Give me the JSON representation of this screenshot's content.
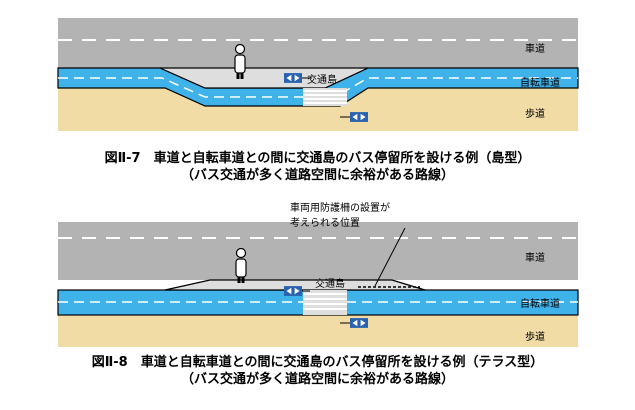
{
  "labels": {
    "roadway": "車道",
    "bike_lane": "自転車道",
    "sidewalk": "歩道",
    "island": "交通島",
    "fence_note_line1": "車両用防護柵の設置が",
    "fence_note_line2": "考えられる位置"
  },
  "figure1": {
    "caption_line1": "図Ⅱ-7　車道と自転車道との間に交通島のバス停留所を設ける例（島型）",
    "caption_line2": "（バス交通が多く道路空間に余裕がある路線）"
  },
  "figure2": {
    "caption_line1": "図Ⅱ-8　車道と自転車道との間に交通島のバス停留所を設ける例（テラス型）",
    "caption_line2": "（バス交通が多く道路空間に余裕がある路線）"
  },
  "colors": {
    "road": "#b3b3b3",
    "bike_lane": "#3fb2ea",
    "sidewalk": "#f2dca6",
    "island": "#dedede",
    "sign_blue": "#2a62b0"
  }
}
